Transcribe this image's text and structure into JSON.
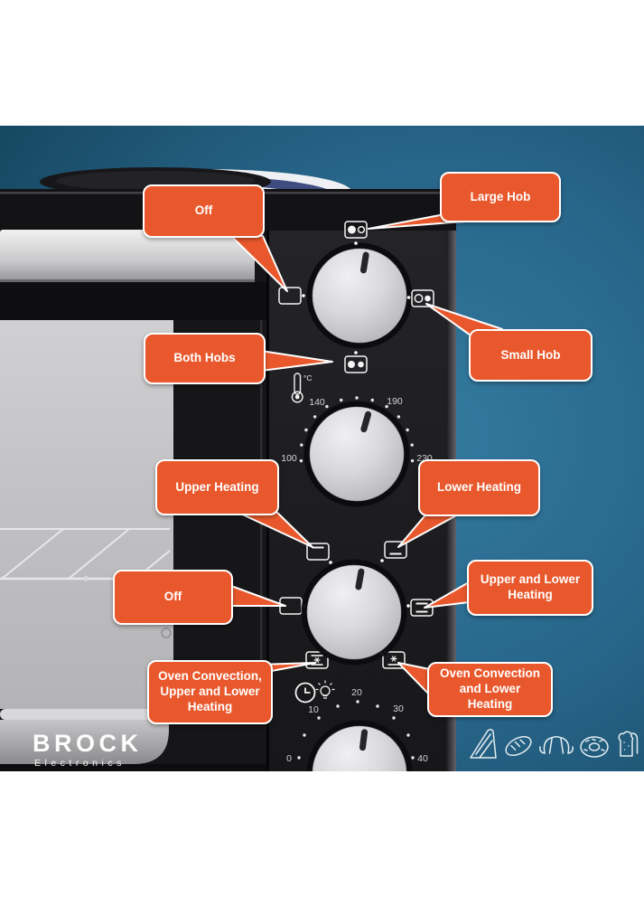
{
  "callouts": [
    {
      "id": "off-hob",
      "label": "Off"
    },
    {
      "id": "large-hob",
      "label": "Large Hob"
    },
    {
      "id": "both-hobs",
      "label": "Both Hobs"
    },
    {
      "id": "small-hob",
      "label": "Small Hob"
    },
    {
      "id": "upper-heating",
      "label": "Upper Heating"
    },
    {
      "id": "lower-heating",
      "label": "Lower Heating"
    },
    {
      "id": "off-oven",
      "label": "Off"
    },
    {
      "id": "upper-lower-heating",
      "label": "Upper and Lower Heating"
    },
    {
      "id": "convection-upper-lower",
      "label": "Oven Convection, Upper and Lower Heating"
    },
    {
      "id": "convection-lower",
      "label": "Oven Convection and Lower Heating"
    }
  ],
  "temperature_dial": {
    "unit_label": "°C",
    "tick_labels": [
      "100",
      "140",
      "190",
      "230"
    ]
  },
  "timer_dial": {
    "tick_labels": [
      "0",
      "10",
      "20",
      "30",
      "40"
    ]
  },
  "brand": {
    "name": "BROCK",
    "subtitle": "Electronics"
  },
  "icons": {
    "hob_selector": [
      "large-hob-icon",
      "off-hob-icon",
      "small-hob-icon",
      "both-hobs-icon"
    ],
    "thermostat": [
      "thermometer-icon"
    ],
    "function_selector": [
      "upper-heating-icon",
      "lower-heating-icon",
      "oven-off-icon",
      "upper-lower-heating-icon",
      "convection-upper-lower-icon",
      "convection-lower-icon"
    ],
    "timer": [
      "clock-icon",
      "lamp-icon"
    ],
    "food": [
      "cake-slice-icon",
      "baguette-icon",
      "croissant-icon",
      "donut-icon",
      "toast-icon"
    ]
  },
  "colors": {
    "callout_orange": "#e9582c",
    "background_blue": "#2b6e93",
    "panel_black": "#1e1e21",
    "knob_silver": "#d4d4d6",
    "text_white": "#ffffff"
  }
}
